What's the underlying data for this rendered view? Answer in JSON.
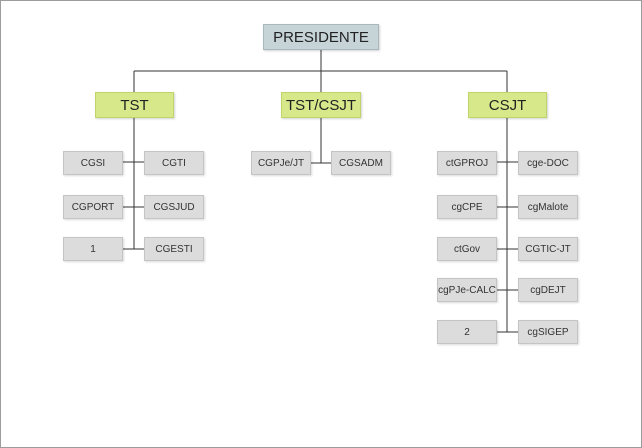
{
  "root": {
    "label": "PRESIDENTE"
  },
  "groups": [
    {
      "label": "TST",
      "units": [
        "CGSI",
        "CGTI",
        "CGPORT",
        "CGSJUD",
        "1",
        "CGESTI"
      ]
    },
    {
      "label": "TST/CSJT",
      "units": [
        "CGPJe/JT",
        "CGSADM"
      ]
    },
    {
      "label": "CSJT",
      "units": [
        "ctGPROJ",
        "cge-DOC",
        "cgCPE",
        "cgMalote",
        "ctGov",
        "CGTIC-JT",
        "cgPJe-CALC",
        "cgDEJT",
        "2",
        "cgSIGEP"
      ]
    }
  ],
  "colors": {
    "root_fill": "#c6d4d8",
    "group_fill": "#d6e88a",
    "unit_fill": "#dcdcdc",
    "connector": "#333333"
  }
}
